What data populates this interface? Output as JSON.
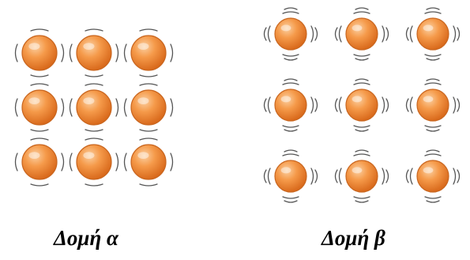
{
  "figure": {
    "structure_a": {
      "caption": "Δομή α",
      "rows": 3,
      "cols": 3,
      "vibration_marks": "single"
    },
    "structure_b": {
      "caption": "Δομή β",
      "rows": 3,
      "cols": 3,
      "vibration_marks": "double"
    }
  },
  "colors": {
    "sphere_light": "#fbd0a2",
    "sphere_mid": "#f59a4a",
    "sphere_dark": "#d96a1c",
    "sphere_outline": "#c9661f",
    "vibration_marks": "#555555"
  }
}
